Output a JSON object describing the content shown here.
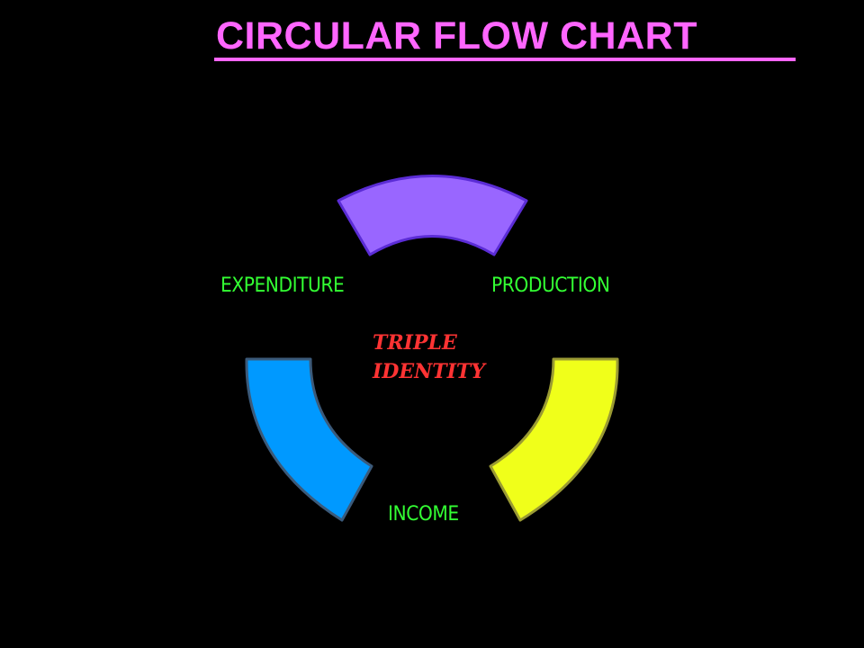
{
  "title": "CIRCULAR FLOW CHART",
  "diagram": {
    "segments": [
      {
        "id": "top",
        "fill": "#9966ff",
        "stroke": "#5b2cd6"
      },
      {
        "id": "right",
        "fill": "#f0ff1a",
        "stroke": "#9a9a33"
      },
      {
        "id": "left",
        "fill": "#0099ff",
        "stroke": "#3b5a7a"
      }
    ],
    "labels": {
      "expenditure": "EXPENDITURE",
      "production": "PRODUCTION",
      "income": "INCOME"
    },
    "center": {
      "line1": "TRIPLE",
      "line2": "IDENTITY"
    }
  },
  "colors": {
    "background": "#000000",
    "title": "#ff66ff",
    "labels": "#33ff33",
    "center_text": "#ff3333"
  }
}
